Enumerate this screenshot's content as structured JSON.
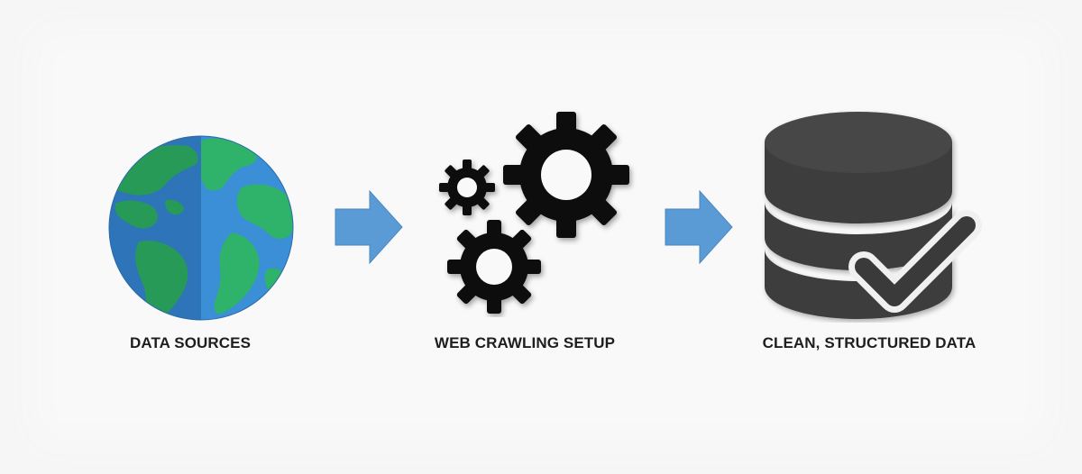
{
  "diagram": {
    "steps": [
      {
        "label": "DATA SOURCES",
        "icon": "globe-icon"
      },
      {
        "label": "WEB CRAWLING SETUP",
        "icon": "gears-icon"
      },
      {
        "label": "CLEAN, STRUCTURED DATA",
        "icon": "database-check-icon"
      }
    ],
    "connectors": [
      "arrow-right-icon",
      "arrow-right-icon"
    ]
  },
  "colors": {
    "background": "#f6f6f6",
    "ocean_light": "#3a8fd6",
    "ocean_dark": "#2e74b8",
    "land": "#2fb36a",
    "arrow": "#5b9bd5",
    "gear": "#111111",
    "database": "#3d3d3d",
    "label_text": "#1e1e1e"
  }
}
